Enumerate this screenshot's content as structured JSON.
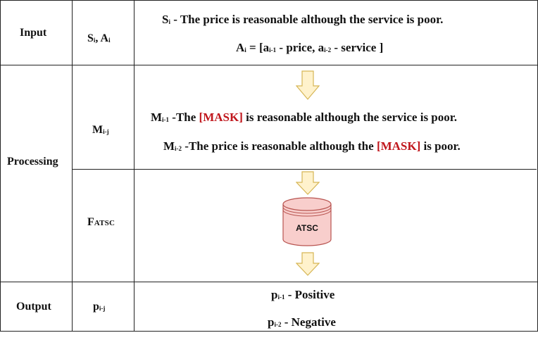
{
  "rows": {
    "input": {
      "label": "Input",
      "symbol": {
        "s": "S",
        "s_sub": "i",
        "sep": ", ",
        "a": "A",
        "a_sub": "i"
      },
      "sentence": {
        "prefix": "S",
        "prefix_sub": "i",
        "text": " - The price is reasonable although the service is poor."
      },
      "aspects": {
        "lead": "A",
        "lead_sub": "i",
        "eq": " = [",
        "a1": "a",
        "a1_sub": "i-1",
        "a1_text": " - price,  ",
        "a2": "a",
        "a2_sub": "i-2",
        "a2_text": " - service ]"
      }
    },
    "processing": {
      "label": "Processing",
      "masked_symbol": {
        "m": "M",
        "m_sub": "i-j"
      },
      "masked_sentences": [
        {
          "prefix": "M",
          "prefix_sub": "i-1",
          "before": " -The ",
          "mask": "[MASK]",
          "after": "  is reasonable although the service is poor."
        },
        {
          "prefix": "M",
          "prefix_sub": "i-2",
          "before": " -The price is reasonable although the ",
          "mask": "[MASK]",
          "after": " is poor."
        }
      ],
      "model_symbol": {
        "f": "F",
        "f_sub": "ATSC"
      },
      "model_label": "ATSC"
    },
    "output": {
      "label": "Output",
      "symbol": {
        "p": "p",
        "p_sub": "i-j"
      },
      "predictions": [
        {
          "prefix": "p",
          "prefix_sub": "i-1",
          "text": " - Positive"
        },
        {
          "prefix": "p",
          "prefix_sub": "i-2",
          "text": " - Negative"
        }
      ]
    }
  },
  "colors": {
    "mask_text": "#c0161c",
    "arrow_fill": "#fff2cc",
    "arrow_stroke": "#d6b656",
    "cylinder_fill": "#f8cecc",
    "cylinder_stroke": "#b85450"
  }
}
